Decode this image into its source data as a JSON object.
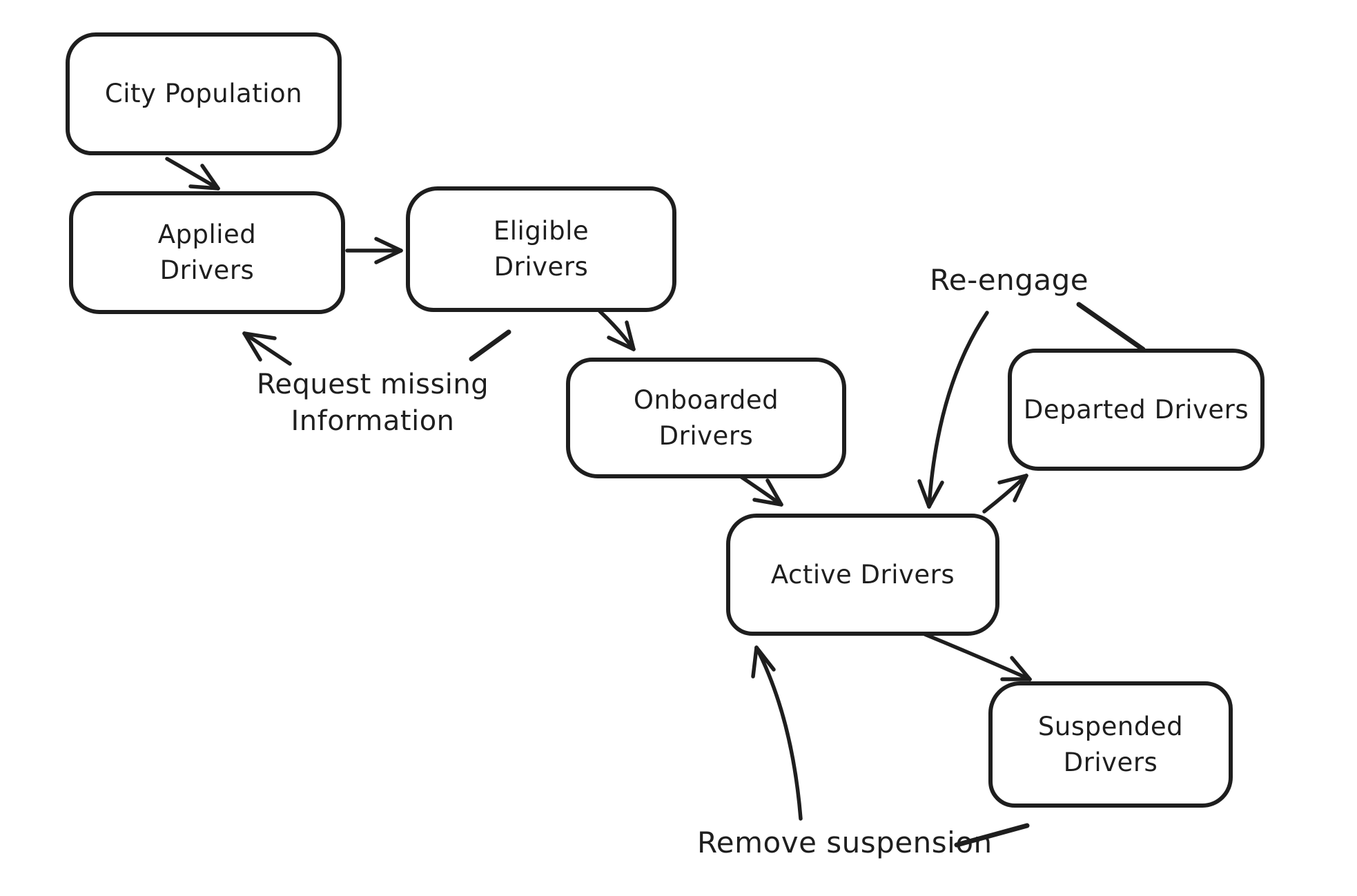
{
  "app": {
    "background_color": "#ffffff",
    "ink_color": "#1e1e1e"
  },
  "nodes": {
    "city_population": {
      "label": "City Population"
    },
    "applied_drivers": {
      "label": "Applied\nDrivers"
    },
    "eligible_drivers": {
      "label": "Eligible\nDrivers"
    },
    "onboarded_drivers": {
      "label": "Onboarded\nDrivers"
    },
    "active_drivers": {
      "label": "Active Drivers"
    },
    "departed_drivers": {
      "label": "Departed Drivers"
    },
    "suspended_drivers": {
      "label": "Suspended Drivers"
    }
  },
  "edge_labels": {
    "request_missing_information": "Request missing\nInformation",
    "re_engage": "Re-engage",
    "remove_suspension": "Remove suspension"
  },
  "edges": [
    {
      "from": "City Population",
      "to": "Applied Drivers",
      "label": ""
    },
    {
      "from": "Applied Drivers",
      "to": "Eligible Drivers",
      "label": ""
    },
    {
      "from": "Eligible Drivers",
      "to": "Applied Drivers",
      "label": "Request missing Information"
    },
    {
      "from": "Eligible Drivers",
      "to": "Onboarded Drivers",
      "label": ""
    },
    {
      "from": "Onboarded Drivers",
      "to": "Active Drivers",
      "label": ""
    },
    {
      "from": "Active Drivers",
      "to": "Departed Drivers",
      "label": ""
    },
    {
      "from": "Departed Drivers",
      "to": "Active Drivers",
      "label": "Re-engage"
    },
    {
      "from": "Active Drivers",
      "to": "Suspended Drivers",
      "label": ""
    },
    {
      "from": "Suspended Drivers",
      "to": "Active Drivers",
      "label": "Remove suspension"
    }
  ]
}
